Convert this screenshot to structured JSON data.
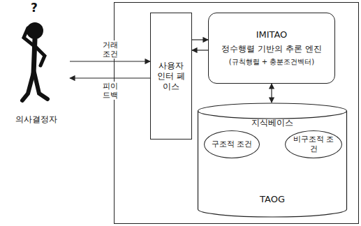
{
  "diagram": {
    "nodes": [
      {
        "text": [
          "의사결정자"
        ]
      },
      {
        "text": [
          "사용자 인터 페이스"
        ]
      },
      {
        "text": [
          "IMITAO",
          "정수행렬 기반의 추론 엔진",
          "(규칙행렬 + 충분조건벡터)"
        ]
      },
      {
        "text": [
          "지식베이스",
          "TAOG"
        ]
      },
      {
        "text": [
          "구조적 조건"
        ],
        "in": 3
      },
      {
        "text": [
          "비구조적 조건"
        ],
        "in": 3
      }
    ],
    "edges": [
      {
        "from": 0,
        "to": 1,
        "label": "거래 조건",
        "arrow": "to"
      },
      {
        "from": 1,
        "to": 0,
        "label": "피이 드백",
        "arrow": "to"
      },
      {
        "from": 1,
        "to": 2,
        "arrow": "to"
      },
      {
        "from": 2,
        "to": 1,
        "arrow": "to"
      },
      {
        "from": 2,
        "to": 3,
        "arrow": "both"
      },
      {
        "from": 4,
        "to": 5,
        "arrow": "none"
      }
    ],
    "labels": [
      "?"
    ]
  }
}
